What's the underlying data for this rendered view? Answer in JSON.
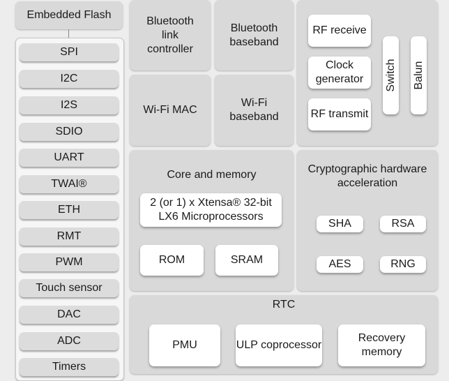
{
  "embedded_flash": "Embedded Flash",
  "peripherals": [
    "SPI",
    "I2C",
    "I2S",
    "SDIO",
    "UART",
    "TWAI®",
    "ETH",
    "RMT",
    "PWM",
    "Touch sensor",
    "DAC",
    "ADC",
    "Timers"
  ],
  "bluetooth_link_controller": "Bluetooth link controller",
  "bluetooth_baseband": "Bluetooth baseband",
  "wifi_mac": "Wi-Fi MAC",
  "wifi_baseband": "Wi-Fi baseband",
  "rf": {
    "receive": "RF receive",
    "clock_generator": "Clock generator",
    "transmit": "RF transmit",
    "switch": "Switch",
    "balun": "Balun"
  },
  "core": {
    "title": "Core and memory",
    "processor": "2 (or 1) x Xtensa® 32-bit LX6 Microprocessors",
    "rom": "ROM",
    "sram": "SRAM"
  },
  "crypto": {
    "title": "Cryptographic hardware acceleration",
    "sha": "SHA",
    "rsa": "RSA",
    "aes": "AES",
    "rng": "RNG"
  },
  "rtc": {
    "title": "RTC",
    "pmu": "PMU",
    "ulp": "ULP coprocessor",
    "recovery": "Recovery memory"
  }
}
